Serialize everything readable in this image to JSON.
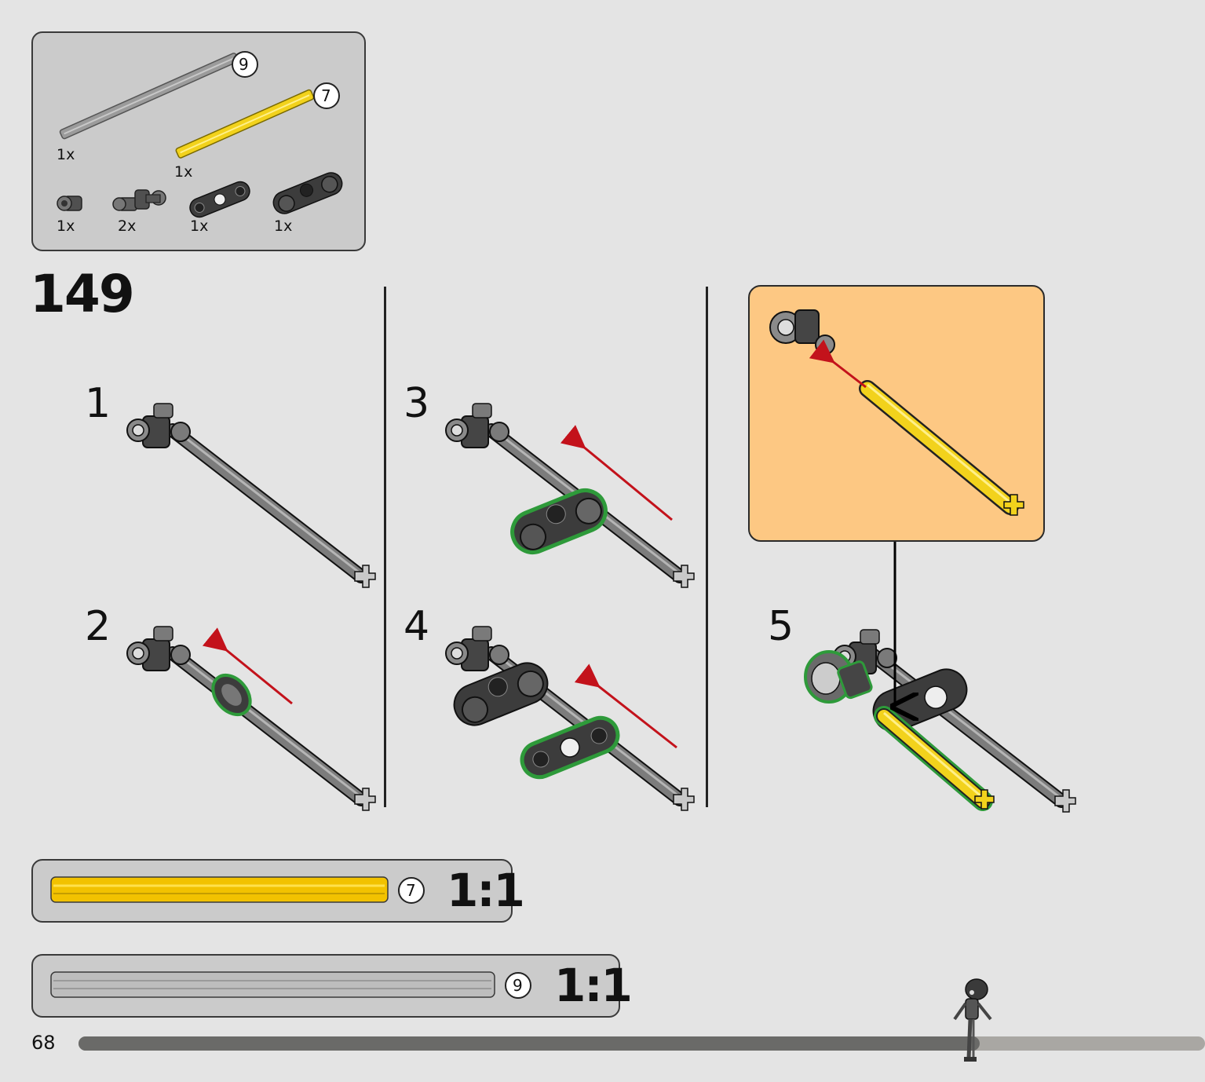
{
  "parts": {
    "long_axle": {
      "length_badge": "9",
      "qty": "1x",
      "color": "#9b9b9b"
    },
    "yellow_axle": {
      "length_badge": "7",
      "qty": "1x",
      "color": "#f2d21c"
    },
    "small": [
      {
        "name": "bush",
        "qty": "1x"
      },
      {
        "name": "axle-pin-connector",
        "qty": "2x"
      },
      {
        "name": "thin-liftarm",
        "qty": "1x"
      },
      {
        "name": "double-pin-connector",
        "qty": "1x"
      }
    ]
  },
  "step": {
    "number": "149"
  },
  "sub_steps": [
    "1",
    "2",
    "3",
    "4",
    "5"
  ],
  "colors": {
    "highlight": "#2e9a3a",
    "arrow_red": "#c3121b",
    "callout_bg": "#fdc883",
    "page_bg": "#e4e4e4"
  },
  "scale_guides": [
    {
      "badge": "7",
      "ratio": "1:1",
      "color": "#f2c200"
    },
    {
      "badge": "9",
      "ratio": "1:1",
      "color": "#bdbdbd"
    }
  ],
  "footer": {
    "page_number": "68",
    "progress": 0.8
  }
}
